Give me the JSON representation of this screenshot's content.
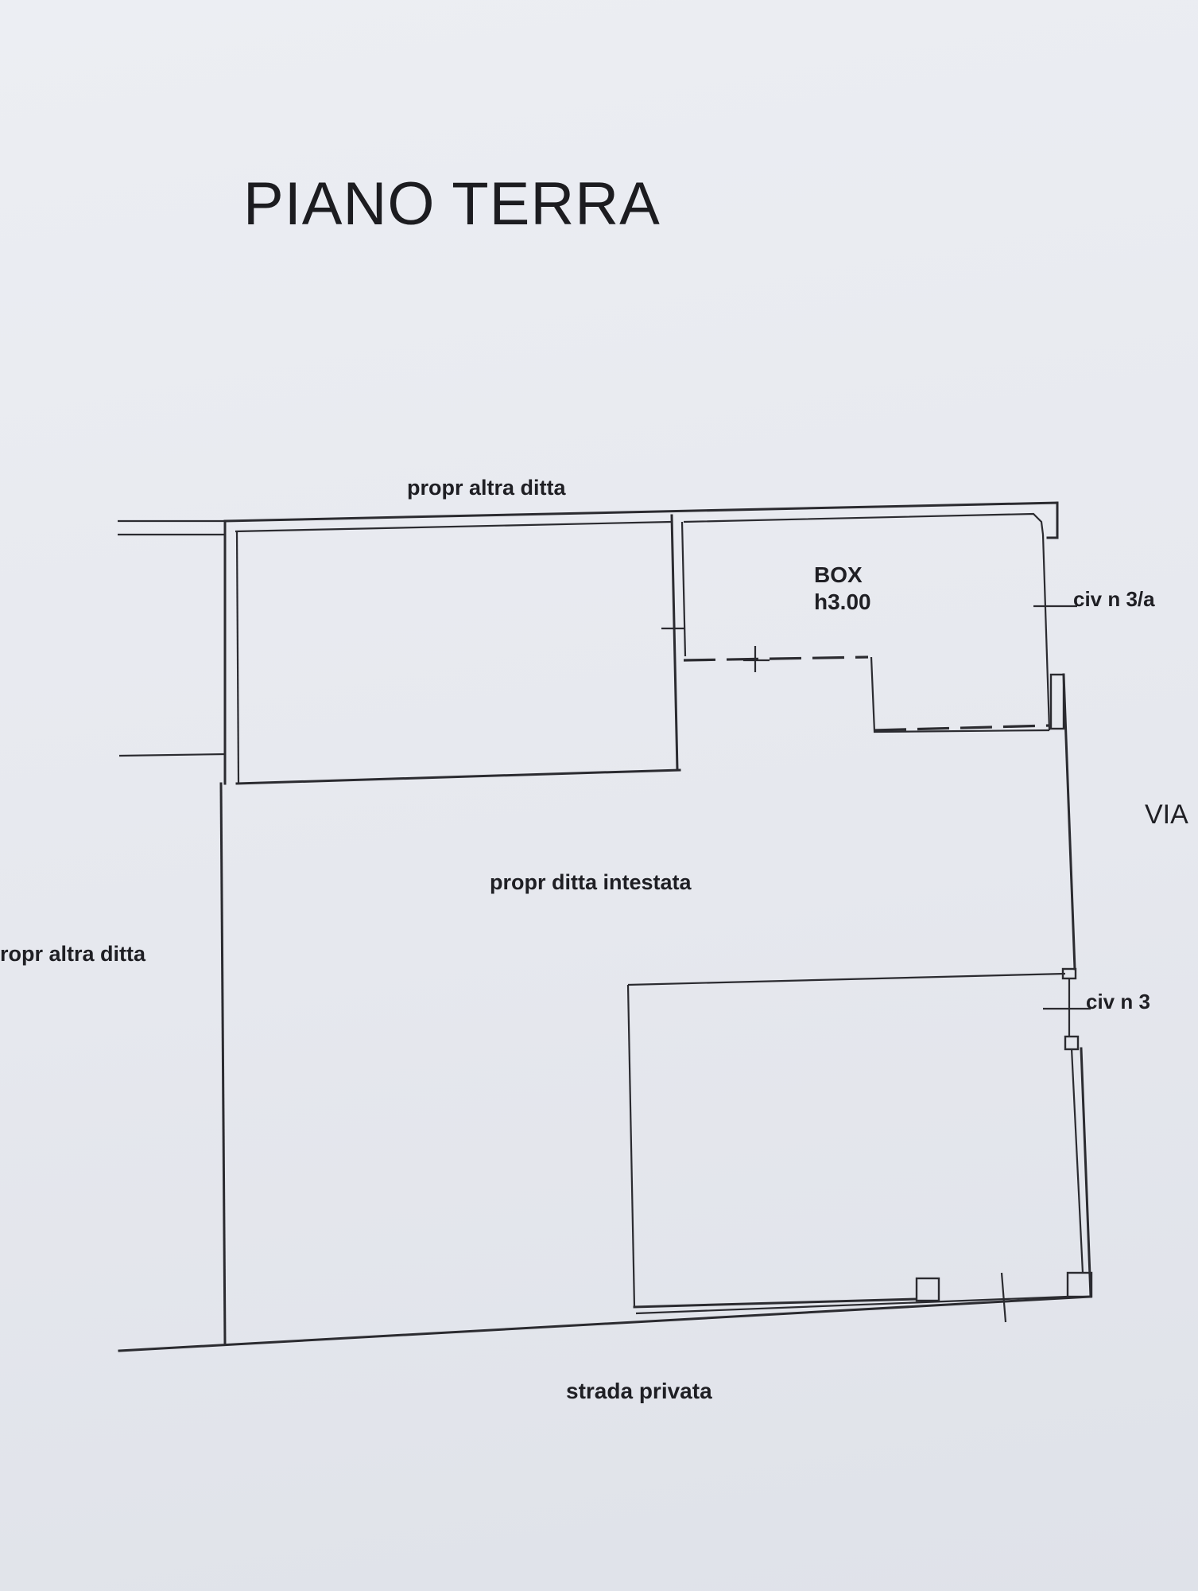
{
  "title": "PIANO TERRA",
  "labels": {
    "north_neighbor": "propr altra ditta",
    "west_neighbor": "ropr altra ditta",
    "owner_area": "propr  ditta intestata",
    "box_name": "BOX",
    "box_height": "h3.00",
    "civic_3a": "civ n 3/a",
    "civic_3": "civ n 3",
    "street_east": "VIA",
    "street_south": "strada privata"
  }
}
